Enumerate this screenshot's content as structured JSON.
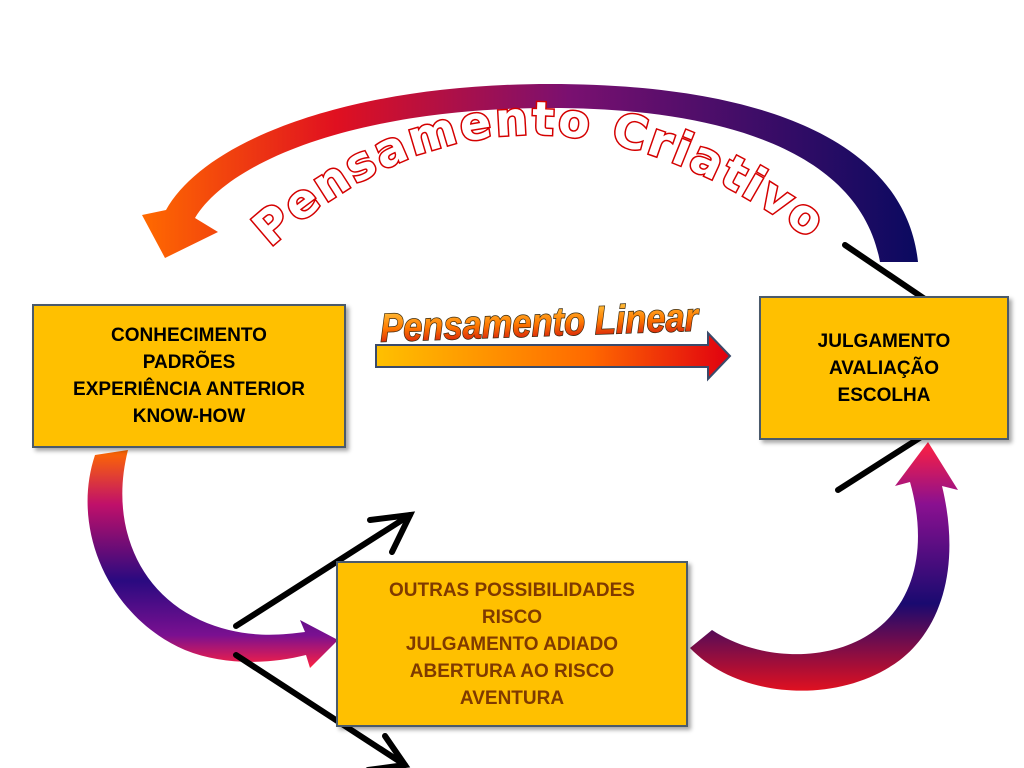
{
  "colors": {
    "box_fill": "#FFC000",
    "box_border": "#4a5a6b",
    "title_text": "#D40000",
    "bottom_box_text": "#7f3a00"
  },
  "creative_title": "Pensamento Criativo",
  "linear_title": "Pensamento Linear",
  "boxes": {
    "left": {
      "lines": [
        "CONHECIMENTO",
        "PADRÕES",
        "EXPERIÊNCIA ANTERIOR",
        "KNOW-HOW"
      ]
    },
    "right": {
      "lines": [
        "JULGAMENTO",
        "AVALIAÇÃO",
        "ESCOLHA"
      ]
    },
    "bottom": {
      "lines": [
        "OUTRAS POSSIBILIDADES",
        "RISCO",
        "JULGAMENTO ADIADO",
        "ABERTURA AO RISCO",
        "AVENTURA"
      ]
    }
  }
}
